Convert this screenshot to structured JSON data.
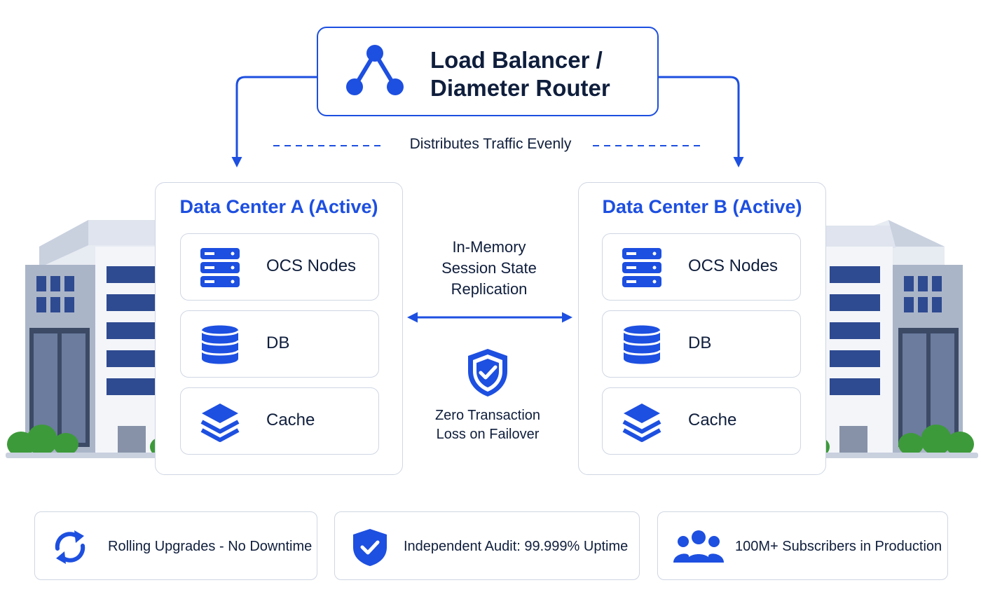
{
  "load_balancer": {
    "title_line1": "Load Balancer /",
    "title_line2": "Diameter Router",
    "icon": "network-nodes-icon"
  },
  "traffic_label": "Distributes Traffic Evenly",
  "data_centers": [
    {
      "title": "Data Center A (Active)",
      "components": [
        {
          "label": "OCS Nodes",
          "icon": "server-stack-icon"
        },
        {
          "label": "DB",
          "icon": "database-icon"
        },
        {
          "label": "Cache",
          "icon": "layers-icon"
        }
      ]
    },
    {
      "title": "Data Center B (Active)",
      "components": [
        {
          "label": "OCS Nodes",
          "icon": "server-stack-icon"
        },
        {
          "label": "DB",
          "icon": "database-icon"
        },
        {
          "label": "Cache",
          "icon": "layers-icon"
        }
      ]
    }
  ],
  "replication": {
    "line1": "In-Memory",
    "line2": "Session State",
    "line3": "Replication"
  },
  "failover": {
    "line1": "Zero Transaction",
    "line2": "Loss on Failover",
    "icon": "shield-check-icon"
  },
  "features": [
    {
      "label": "Rolling Upgrades - No Downtime",
      "icon": "refresh-icon"
    },
    {
      "label": "Independent Audit: 99.999% Uptime",
      "icon": "shield-check-icon"
    },
    {
      "label": "100M+ Subscribers in Production",
      "icon": "users-icon"
    }
  ],
  "colors": {
    "accent": "#1d4fe0",
    "text": "#0f1e3c",
    "border": "#cfd6e3",
    "foliage": "#3d9a3a"
  }
}
